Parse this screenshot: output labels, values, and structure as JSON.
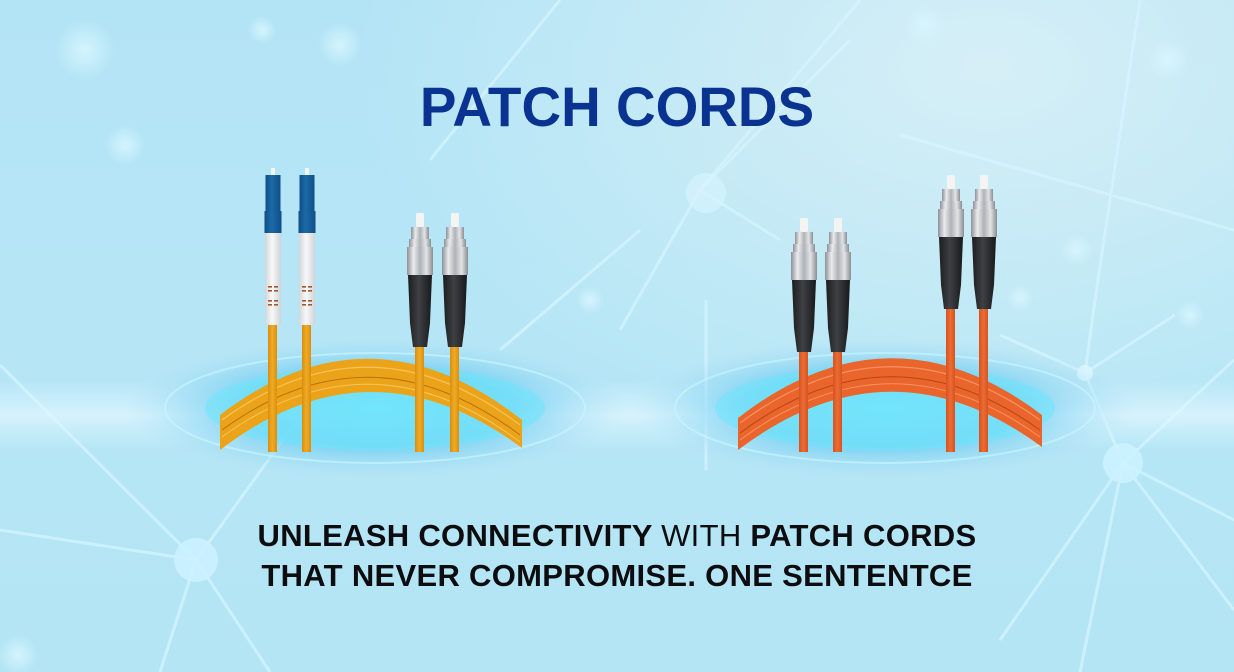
{
  "banner": {
    "title": "PATCH CORDS",
    "tagline": {
      "line1": [
        {
          "text": "UNLEASH CONNECTIVITY ",
          "weight": "bold"
        },
        {
          "text": "WITH ",
          "weight": "regular"
        },
        {
          "text": "PATCH CORDS",
          "weight": "bold"
        }
      ],
      "line2": "THAT NEVER COMPROMISE. ONE SENTENTCE"
    },
    "colors": {
      "title": "#0a3391",
      "tagline": "#0d0d10",
      "background": "#b4e5f5",
      "yellow_cable": "#eba41a",
      "orange_cable": "#e9652c",
      "lc_connector": "#1565a0",
      "fc_boot": "#2a2c2e",
      "fc_metal": "#c9ccd0"
    }
  },
  "products": [
    {
      "name": "single-mode-patch-cord",
      "cable_color": "yellow",
      "connectors": [
        "LC",
        "LC",
        "FC",
        "FC"
      ]
    },
    {
      "name": "multi-mode-patch-cord",
      "cable_color": "orange",
      "connectors": [
        "FC",
        "FC",
        "FC",
        "FC"
      ]
    }
  ]
}
